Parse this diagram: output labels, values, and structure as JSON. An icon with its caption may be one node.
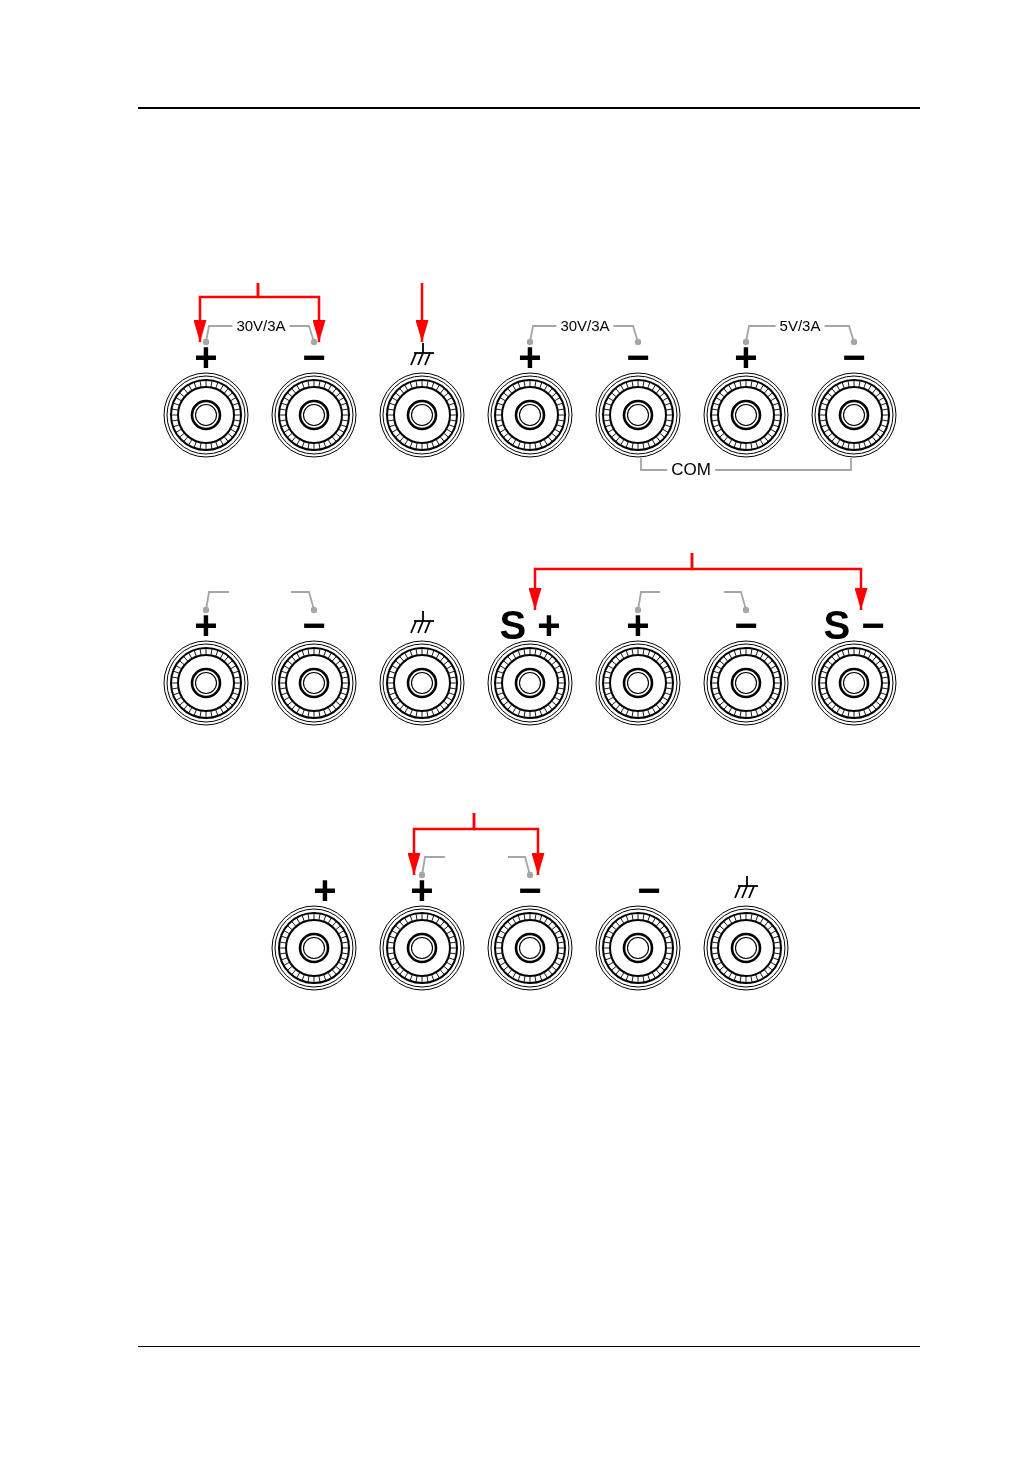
{
  "diagram": {
    "nodes": [
      {
        "text": [
          "+"
        ]
      },
      {
        "text": [
          "−"
        ]
      },
      {
        "text": [],
        "shape": "circle"
      },
      {
        "text": [
          "+"
        ]
      },
      {
        "text": [
          "−"
        ]
      },
      {
        "text": [
          "+"
        ]
      },
      {
        "text": [
          "−"
        ]
      },
      {
        "text": [
          "+"
        ]
      },
      {
        "text": [
          "−"
        ]
      },
      {
        "text": [],
        "shape": "circle"
      },
      {
        "text": [
          "S +"
        ]
      },
      {
        "text": [
          "+"
        ]
      },
      {
        "text": [
          "−"
        ]
      },
      {
        "text": [
          "S −"
        ]
      },
      {
        "text": [
          "+"
        ]
      },
      {
        "text": [
          "+"
        ]
      },
      {
        "text": [
          "−"
        ]
      },
      {
        "text": [
          "−"
        ]
      },
      {
        "text": [],
        "shape": "circle"
      }
    ],
    "edges": [
      {
        "from": null,
        "to": 0,
        "arrow": "to",
        "color": "#ff0000"
      },
      {
        "from": null,
        "to": 1,
        "arrow": "to",
        "color": "#ff0000"
      },
      {
        "from": null,
        "to": 2,
        "arrow": "to",
        "color": "#ff0000"
      },
      {
        "from": 0,
        "to": 1,
        "arrow": "other",
        "label": "30V/3A"
      },
      {
        "from": 3,
        "to": 4,
        "arrow": "other",
        "label": "30V/3A"
      },
      {
        "from": 5,
        "to": 6,
        "arrow": "other",
        "label": "5V/3A"
      },
      {
        "from": 4,
        "to": 6,
        "arrow": "none",
        "label": "COM"
      },
      {
        "from": null,
        "to": 7,
        "arrow": "other"
      },
      {
        "from": null,
        "to": 8,
        "arrow": "other"
      },
      {
        "from": null,
        "to": 10,
        "arrow": "to",
        "color": "#ff0000"
      },
      {
        "from": null,
        "to": 13,
        "arrow": "to",
        "color": "#ff0000"
      },
      {
        "from": null,
        "to": 11,
        "arrow": "other"
      },
      {
        "from": null,
        "to": 12,
        "arrow": "other"
      },
      {
        "from": null,
        "to": 15,
        "arrow": "to",
        "color": "#ff0000"
      },
      {
        "from": null,
        "to": 16,
        "arrow": "to",
        "color": "#ff0000"
      },
      {
        "from": null,
        "to": 15,
        "arrow": "other"
      },
      {
        "from": null,
        "to": 16,
        "arrow": "other"
      }
    ]
  }
}
